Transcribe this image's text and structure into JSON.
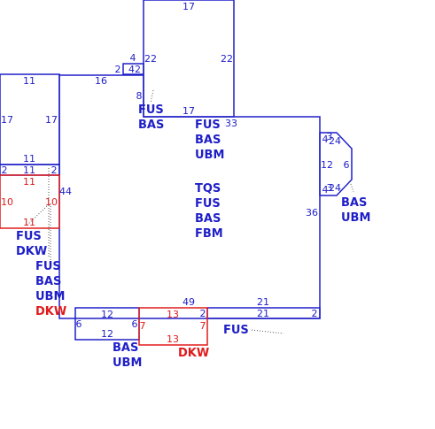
{
  "colors": {
    "blue": "#1f1fc8",
    "red": "#e01b1b",
    "dot": "#555555"
  },
  "dims": {
    "top_17": "17",
    "top_22_left": "22",
    "top_22_right": "22",
    "top_17_bottom": "17",
    "top_4": "4",
    "top_42": "42",
    "top_2": "2",
    "top_8": "8",
    "top_16": "16",
    "main_33": "33",
    "main_44": "44",
    "main_36": "36",
    "main_49": "49",
    "main_21_a": "21",
    "main_21_b": "21",
    "main_2_right": "2",
    "left_11_top": "11",
    "left_17_l": "17",
    "left_17_r": "17",
    "left_11_bottom": "11",
    "strip_2_l": "2",
    "strip_11": "11",
    "strip_2_r": "2",
    "red_11_top": "11",
    "red_10_l": "10",
    "red_10_r": "10",
    "red_11_bottom": "11",
    "bay_4_tl": "4",
    "bay_3_tl": "3",
    "bay_24_t": "24",
    "bay_12": "12",
    "bay_6": "6",
    "bay_4_bl": "4",
    "bay_3_bl": "3",
    "bay_24_b": "24",
    "bot_12_t": "12",
    "bot_6_l": "6",
    "bot_6_r": "6",
    "bot_12_b": "12",
    "bred_13_t": "13",
    "bred_7_l": "7",
    "bred_7_r": "7",
    "bred_13_b": "13",
    "bred_2": "2"
  },
  "labels": {
    "top_fus": "FUS",
    "top_bas": "BAS",
    "main_fus": "FUS",
    "main_bas": "BAS",
    "main_ubm": "UBM",
    "tqs": "TQS",
    "fus2": "FUS",
    "bas2": "BAS",
    "fbm": "FBM",
    "bay_bas": "BAS",
    "bay_ubm": "UBM",
    "left_fus": "FUS",
    "left_dkw": "DKW",
    "mid_fus": "FUS",
    "mid_bas": "BAS",
    "mid_ubm": "UBM",
    "mid_dkw": "DKW",
    "bot_bas": "BAS",
    "bot_ubm": "UBM",
    "bot_dkw": "DKW",
    "right_fus": "FUS"
  }
}
